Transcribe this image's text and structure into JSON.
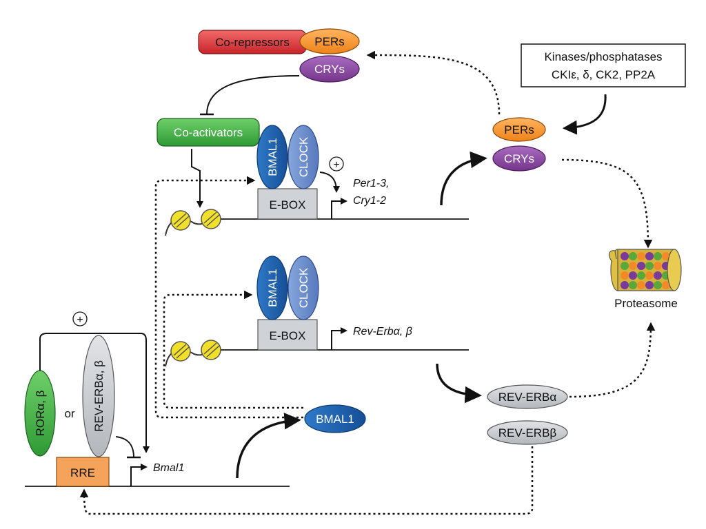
{
  "proteins": {
    "co_repressors": "Co-repressors",
    "pers": "PERs",
    "crys": "CRYs",
    "co_activators": "Co-activators",
    "bmal1": "BMAL1",
    "clock": "CLOCK",
    "ror": "RORα, β",
    "rev_erb_ab": "REV-ERBα, β",
    "or": "or",
    "rev_erb_a": "REV-ERBα",
    "rev_erb_b": "REV-ERBβ"
  },
  "kinases": {
    "line1": "Kinases/phosphatases",
    "line2": "CKIε, δ, CK2, PP2A"
  },
  "elements": {
    "ebox": "E-BOX",
    "rre": "RRE"
  },
  "genes": {
    "per_line1": "Per1-3,",
    "cry_line2": "Cry1-2",
    "rev_erb_gene": "Rev-Erbα, β",
    "bmal1_gene": "Bmal1"
  },
  "proteasome": "Proteasome",
  "plus": "+",
  "colors": {
    "co_repressors": "#e03a3e",
    "pers": "#f5922a",
    "crys": "#8e4aa0",
    "co_activators": "#3fae3f",
    "bmal1": "#1f5fae",
    "clock": "#6b8fcf",
    "ror": "#57b55a",
    "rev_erb": "#c9ccd0",
    "ebox": "#cfd3d8",
    "rre": "#f5a25a",
    "nucleosome": "#f2df2a"
  }
}
